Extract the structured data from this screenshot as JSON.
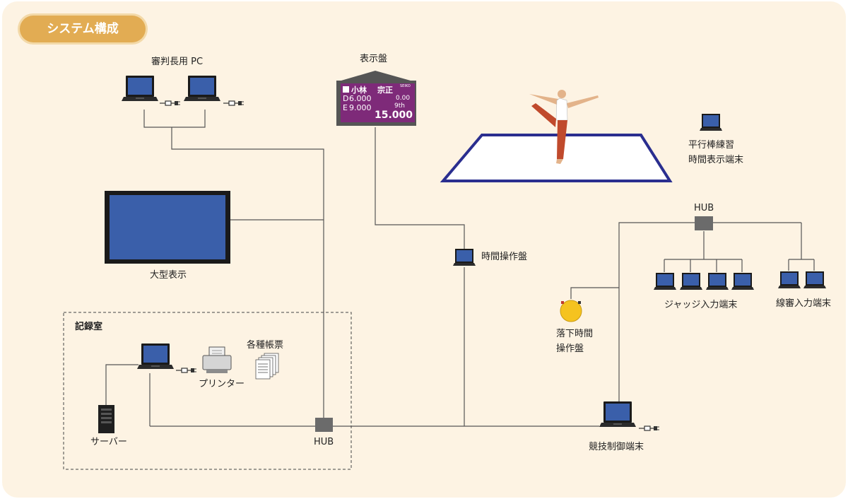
{
  "title": "システム構成",
  "labels": {
    "judge_pc": "審判長用 PC",
    "display_board": "表示盤",
    "large_display": "大型表示",
    "time_panel": "時間操作盤",
    "parallel_bars_terminal_line1": "平行棒練習",
    "parallel_bars_terminal_line2": "時間表示端末",
    "hub_top": "HUB",
    "judge_input": "ジャッジ入力端末",
    "line_judge_input": "線審入力端末",
    "fall_timer_line1": "落下時間",
    "fall_timer_line2": "操作盤",
    "record_room": "記録室",
    "reports": "各種帳票",
    "printer": "プリンター",
    "server": "サーバー",
    "hub_bottom": "HUB",
    "control_terminal": "競技制御端末"
  },
  "scoreboard": {
    "brand": "SEIKO",
    "name_family": "小林",
    "name_given": "宗正",
    "d_letter": "D",
    "d_score": "6.000",
    "e_letter": "E",
    "e_score": "9.000",
    "penalty": "0.00",
    "rank": "9th",
    "total": "15.000"
  },
  "colors": {
    "background": "#fdf3e3",
    "title_pill": "#e2ac53",
    "screen_blue": "#3a5faa",
    "scoreboard_purple": "#7e2a79",
    "mat_border": "#2a2e8f",
    "hub_gray": "#6b6b6b",
    "line_gray": "#555555",
    "fall_timer_yellow": "#f5c31f"
  }
}
